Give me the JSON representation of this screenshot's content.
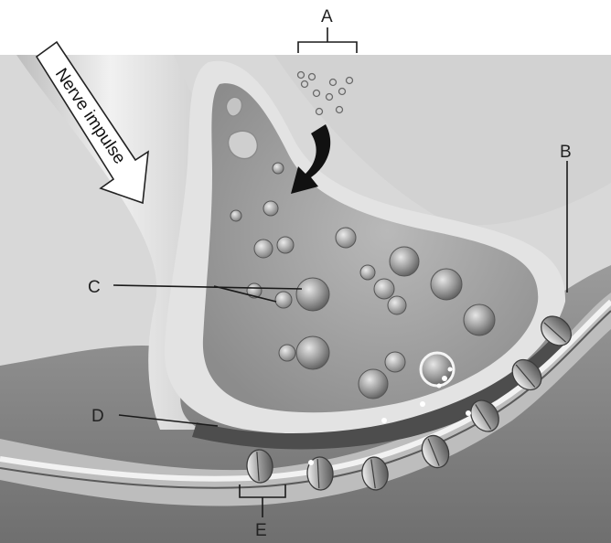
{
  "diagram": {
    "impulse_label": "Nerve impulse",
    "labels": {
      "a": "A",
      "b": "B",
      "c": "C",
      "d": "D",
      "e": "E"
    }
  },
  "colors": {
    "background": "#ffffff",
    "backdrop": "#d9d9d9",
    "axon_light": "#e4e4e4",
    "terminal_interior": "#a8a8a8",
    "postsynaptic": "#8d8d8d",
    "cleft": "#4e4e4e",
    "vesicle": "#9a9a9a",
    "leader_line": "#1a1a1a"
  }
}
